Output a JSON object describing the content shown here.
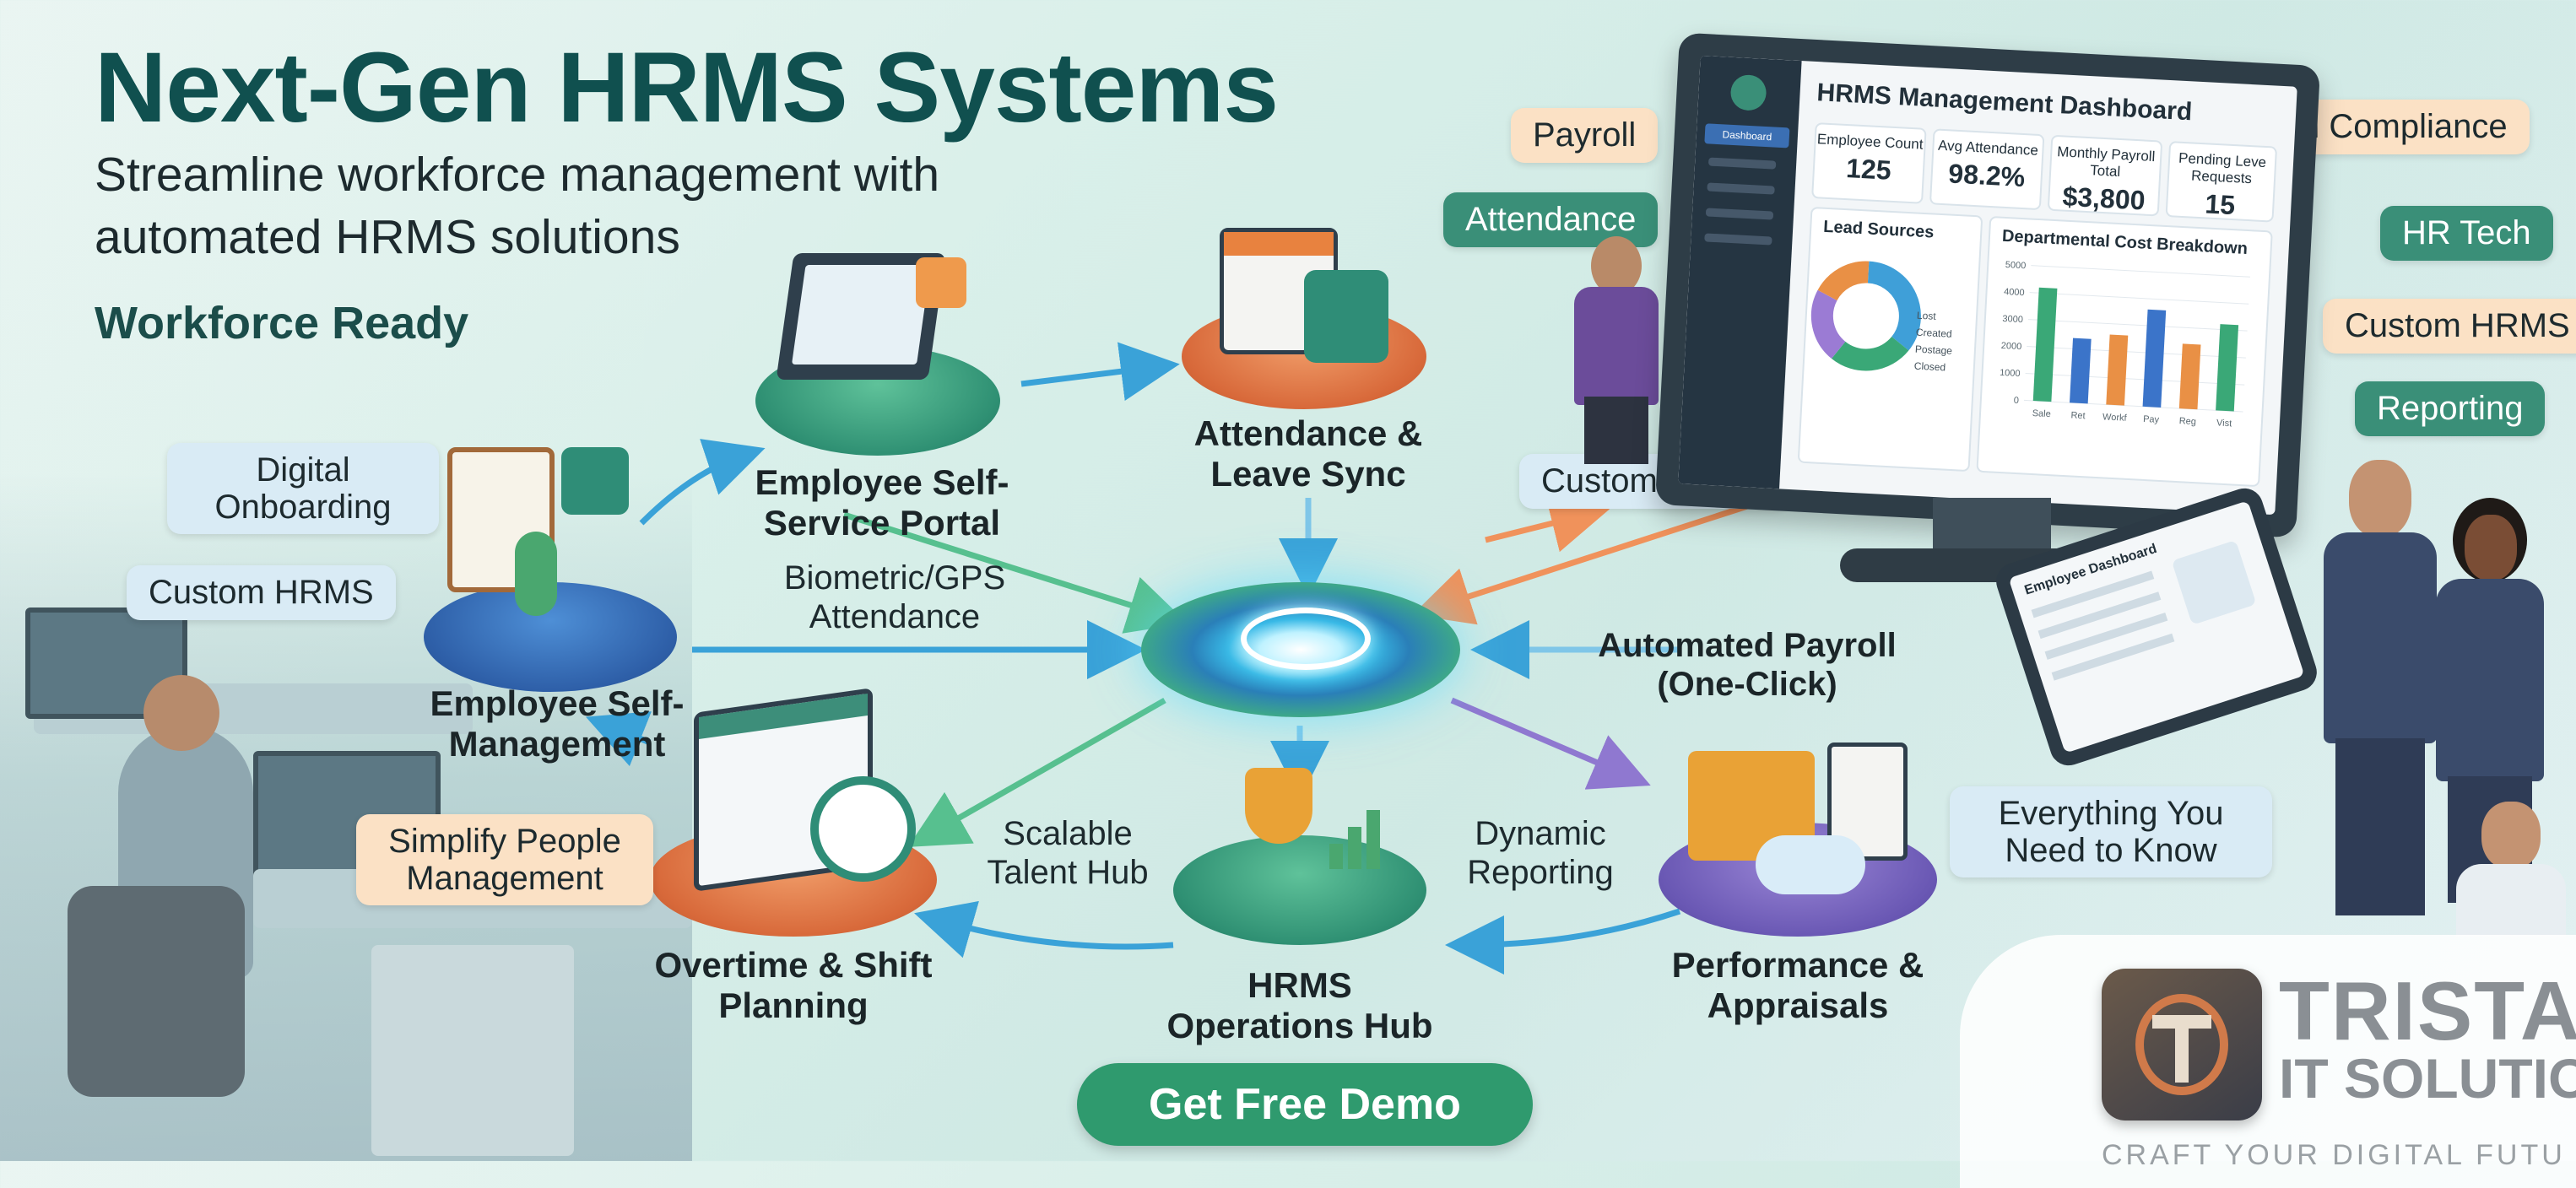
{
  "header": {
    "title": "Next-Gen HRMS Systems",
    "subtitle": "Streamline workforce management with automated HRMS solutions",
    "tagline": "Workforce Ready"
  },
  "pills": {
    "digital_onboarding": "Digital Onboarding",
    "custom_hrms_left": "Custom HRMS",
    "simplify_people": "Simplify People Management",
    "payroll": "Payroll",
    "attendance": "Attendance",
    "custom_hrms_center": "Custom HRMS",
    "payroll_compliance": "Payroll Compliance",
    "hr_tech": "HR Tech",
    "custom_hrms_right": "Custom HRMS",
    "reporting": "Reporting",
    "everything": "Everything You Need to Know"
  },
  "nodes": {
    "ess_portal": "Employee Self-Service Portal",
    "attendance_leave": "Attendance & Leave Sync",
    "self_management": "Employee Self-Management",
    "overtime": "Overtime & Shift Planning",
    "operations_hub": "HRMS Operations Hub",
    "performance": "Performance & Appraisals"
  },
  "flows": {
    "biometric": "Biometric/GPS Attendance",
    "automated_payroll": "Automated Payroll (One-Click)",
    "scalable": "Scalable Talent Hub",
    "dynamic": "Dynamic Reporting"
  },
  "dashboard": {
    "title": "HRMS Management Dashboard",
    "side_item": "Dashboard",
    "kpis": [
      {
        "label": "Employee Count",
        "value": "125"
      },
      {
        "label": "Avg Attendance",
        "value": "98.2%"
      },
      {
        "label": "Monthly Payroll Total",
        "value": "$3,800"
      },
      {
        "label": "Pending Leve Requests",
        "value": "15"
      }
    ],
    "lead_sources": "Lead Sources",
    "legend": [
      "Lost",
      "Created",
      "Postage",
      "Closed"
    ],
    "dept_cost": "Departmental Cost Breakdown",
    "y_ticks": [
      "5000",
      "4000",
      "3000",
      "2000",
      "1000",
      "0"
    ],
    "bar_values": [
      4200,
      2400,
      2600,
      3600,
      2400,
      3200
    ],
    "bar_colors": [
      "#3aa877",
      "#3b74c9",
      "#e99045",
      "#3b74c9",
      "#e99045",
      "#3aa877"
    ],
    "x_ticks": [
      "Sale",
      "Ret",
      "Workf",
      "Pay",
      "Reg",
      "Vist"
    ],
    "donut": [
      {
        "name": "Lost",
        "value": 35,
        "color": "#3f9fd8"
      },
      {
        "name": "Created",
        "value": 25,
        "color": "#3aa877"
      },
      {
        "name": "Postage",
        "value": 22,
        "color": "#9b7bd4"
      },
      {
        "name": "Closed",
        "value": 18,
        "color": "#e99045"
      }
    ]
  },
  "tablet": {
    "title": "Employee Dashboard"
  },
  "cta": {
    "label": "Get Free Demo"
  },
  "brand": {
    "name": "TRISTARA",
    "sub": "IT SOLUTION",
    "craft": "CRAFT YOUR DIGITAL FUTU"
  }
}
